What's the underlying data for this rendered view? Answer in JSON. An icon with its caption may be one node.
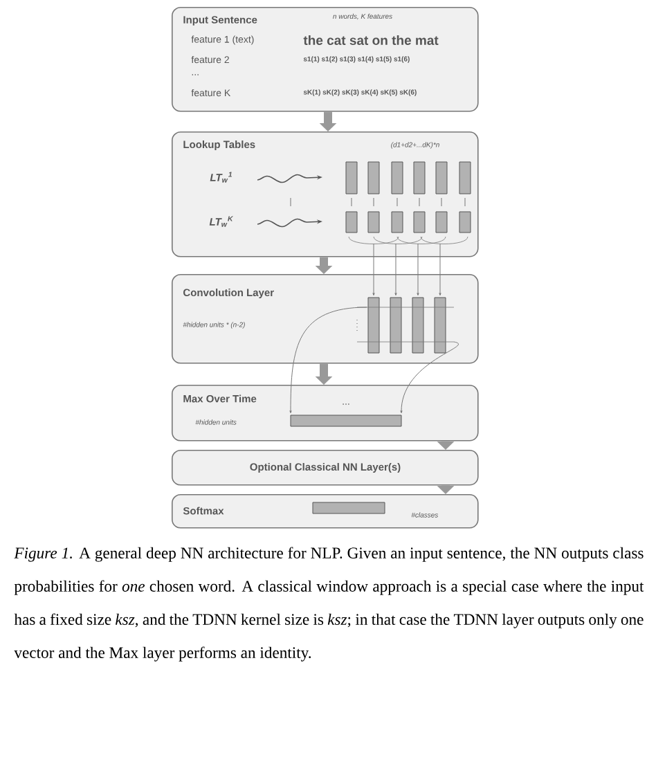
{
  "diagram": {
    "caption": "*Figure 1.* A general deep NN architecture for NLP. Given an input sentence, the NN outputs class probabilities for *one* chosen word. A classical window approach is a special case where the input has a fixed size *ksz*, and the TDNN kernel size is *ksz*; in that case the TDNN layer outputs only one vector and the Max layer performs an identity.",
    "nodes": [
      {
        "text": [
          "Input Sentence",
          "n words, K features",
          "feature 1 (text)",
          "the cat sat on the mat",
          "feature 2",
          "s1(1) s1(2) s1(3) s1(4) s1(5) s1(6)",
          "...",
          "feature K",
          "sK(1) sK(2) sK(3) sK(4) sK(5) sK(6)"
        ]
      },
      {
        "text": [
          "Lookup Tables",
          "(d1+d2+...dK)*n"
        ]
      },
      {
        "text": [
          "Convolution Layer",
          "#hidden units * (n-2)"
        ]
      },
      {
        "text": [
          "Max Over Time",
          "#hidden units",
          "..."
        ]
      },
      {
        "text": [
          "Optional Classical NN Layer(s)"
        ]
      },
      {
        "text": [
          "Softmax",
          "#classes"
        ]
      }
    ],
    "edges": [
      {
        "from": 0,
        "to": 1,
        "arrow": "to",
        "style": "thick"
      },
      {
        "from": 1,
        "to": 2,
        "arrow": "to",
        "style": "thick"
      },
      {
        "from": 1,
        "to": 2,
        "arrow": "to"
      },
      {
        "from": 1,
        "to": 2,
        "arrow": "to"
      },
      {
        "from": 1,
        "to": 2,
        "arrow": "to"
      },
      {
        "from": 1,
        "to": 2,
        "arrow": "to"
      },
      {
        "from": 2,
        "to": 3,
        "arrow": "to",
        "style": "thick"
      },
      {
        "from": 2,
        "to": 3,
        "arrow": "to"
      },
      {
        "from": 2,
        "to": 3,
        "arrow": "to"
      },
      {
        "from": 3,
        "to": 4,
        "arrow": "to",
        "style": "thick"
      },
      {
        "from": 4,
        "to": 5,
        "arrow": "to",
        "style": "thick"
      }
    ],
    "labels": [
      "LT$_{w}$$^{1}$",
      "LT$_{w}$$^{K}$"
    ]
  }
}
